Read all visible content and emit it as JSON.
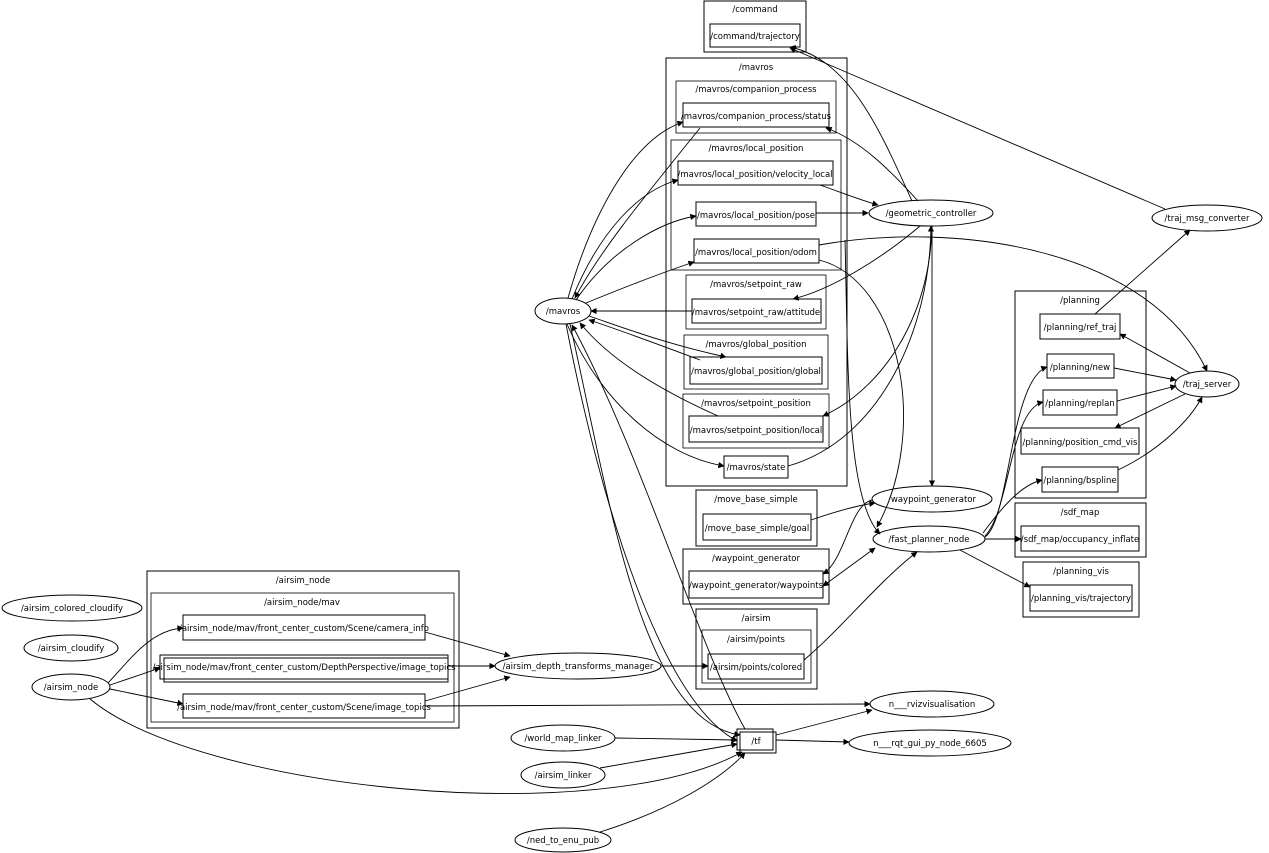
{
  "namespaces": {
    "command": "/command",
    "mavros": "/mavros",
    "mavros_companion_process": "/mavros/companion_process",
    "mavros_local_position": "/mavros/local_position",
    "mavros_setpoint_raw": "/mavros/setpoint_raw",
    "mavros_global_position": "/mavros/global_position",
    "mavros_setpoint_position": "/mavros/setpoint_position",
    "move_base_simple": "/move_base_simple",
    "waypoint_generator": "/waypoint_generator",
    "airsim": "/airsim",
    "airsim_points": "/airsim/points",
    "airsim_node": "/airsim_node",
    "airsim_node_mav": "/airsim_node/mav",
    "planning": "/planning",
    "sdf_map": "/sdf_map",
    "planning_vis": "/planning_vis"
  },
  "topics": {
    "command_trajectory": "/command/trajectory",
    "companion_process_status": "/mavros/companion_process/status",
    "velocity_local": "/mavros/local_position/velocity_local",
    "local_pose": "/mavros/local_position/pose",
    "local_odom": "/mavros/local_position/odom",
    "setpoint_raw_attitude": "/mavros/setpoint_raw/attitude",
    "global_position_global": "/mavros/global_position/global",
    "setpoint_position_local": "/mavros/setpoint_position/local",
    "mavros_state": "/mavros/state",
    "move_base_simple_goal": "/move_base_simple/goal",
    "waypoint_generator_waypoints": "/waypoint_generator/waypoints",
    "airsim_points_colored": "/airsim/points/colored",
    "camera_info": "/airsim_node/mav/front_center_custom/Scene/camera_info",
    "depth_image_topics": "/airsim_node/mav/front_center_custom/DepthPerspective/image_topics",
    "scene_image_topics": "/airsim_node/mav/front_center_custom/Scene/image_topics",
    "planning_ref_traj": "/planning/ref_traj",
    "planning_new": "/planning/new",
    "planning_replan": "/planning/replan",
    "planning_position_cmd_vis": "/planning/position_cmd_vis",
    "planning_bspline": "/planning/bspline",
    "sdf_map_occupancy_inflate": "/sdf_map/occupancy_inflate",
    "planning_vis_trajectory": "/planning_vis/trajectory",
    "tf": "/tf"
  },
  "nodes": {
    "mavros": "/mavros",
    "geometric_controller": "/geometric_controller",
    "traj_msg_converter": "/traj_msg_converter",
    "traj_server": "/traj_server",
    "waypoint_generator": "/waypoint_generator",
    "fast_planner_node": "/fast_planner_node",
    "airsim_depth_transforms_manager": "/airsim_depth_transforms_manager",
    "airsim_colored_cloudify": "/airsim_colored_cloudify",
    "airsim_cloudify": "/airsim_cloudify",
    "airsim_node": "/airsim_node",
    "rvizvisualisation": "n___rvizvisualisation",
    "world_map_linker": "/world_map_linker",
    "airsim_linker": "/airsim_linker",
    "ned_to_enu_pub": "/ned_to_enu_pub",
    "rqt_gui": "n___rqt_gui_py_node_6605"
  }
}
